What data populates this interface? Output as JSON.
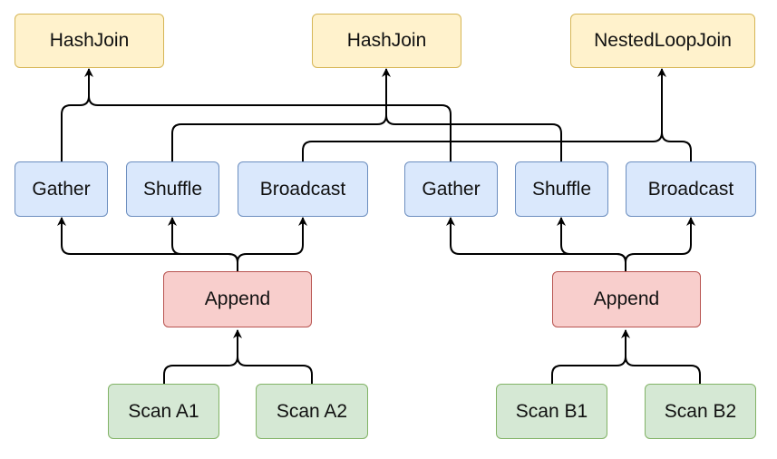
{
  "colors": {
    "join_fill": "#fff2cc",
    "join_stroke": "#d6b656",
    "exchange_fill": "#dae8fc",
    "exchange_stroke": "#6c8ebf",
    "append_fill": "#f8cecc",
    "append_stroke": "#b85450",
    "scan_fill": "#d5e8d4",
    "scan_stroke": "#82b366"
  },
  "joins": [
    {
      "label": "HashJoin"
    },
    {
      "label": "HashJoin"
    },
    {
      "label": "NestedLoopJoin"
    }
  ],
  "exchanges": [
    {
      "label": "Gather"
    },
    {
      "label": "Shuffle"
    },
    {
      "label": "Broadcast"
    },
    {
      "label": "Gather"
    },
    {
      "label": "Shuffle"
    },
    {
      "label": "Broadcast"
    }
  ],
  "appends": [
    {
      "label": "Append"
    },
    {
      "label": "Append"
    }
  ],
  "scans": [
    {
      "label": "Scan A1"
    },
    {
      "label": "Scan A2"
    },
    {
      "label": "Scan B1"
    },
    {
      "label": "Scan B2"
    }
  ]
}
